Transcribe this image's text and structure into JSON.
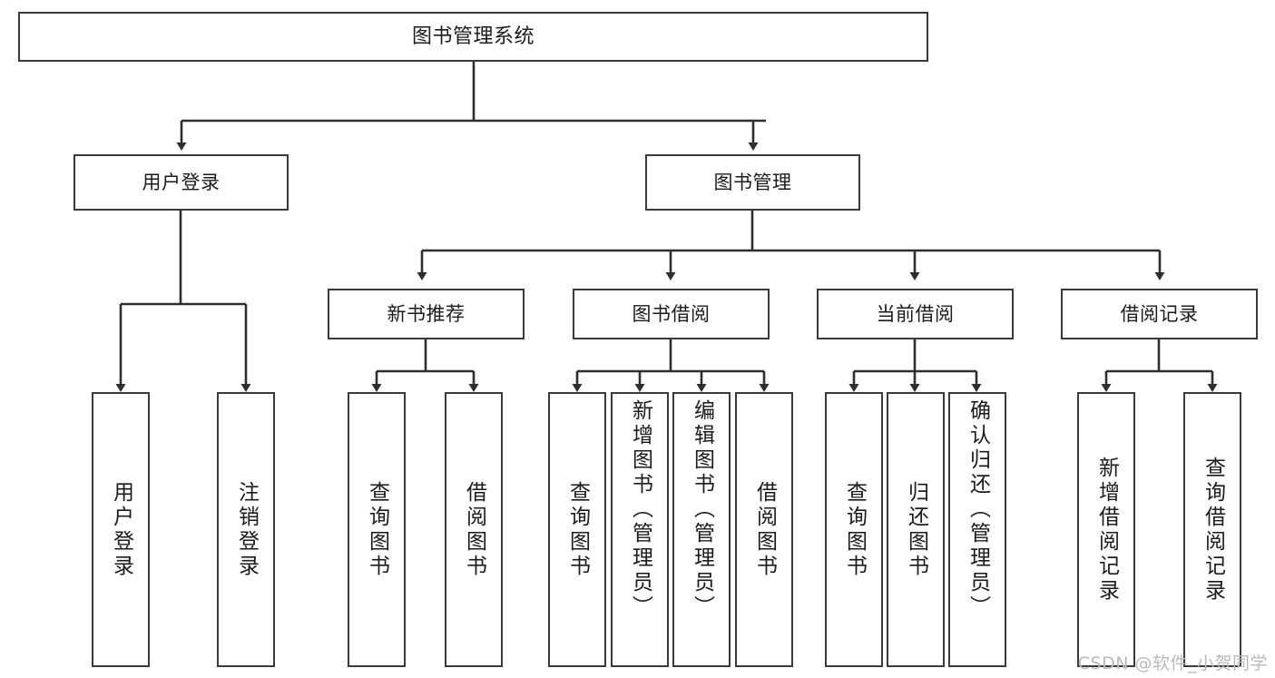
{
  "diagram": {
    "title": "图书管理系统",
    "watermark": "CSDN @软件_小贺同学",
    "colors": {
      "border": "#3a3a3a",
      "background": "#ffffff",
      "text": "#1b1b1b",
      "watermark": "#b9b9b9"
    },
    "nodes": {
      "root": {
        "label": "图书管理系统"
      },
      "level2": [
        {
          "label": "用户登录"
        },
        {
          "label": "图书管理"
        }
      ],
      "level3": [
        {
          "label": "新书推荐"
        },
        {
          "label": "图书借阅"
        },
        {
          "label": "当前借阅"
        },
        {
          "label": "借阅记录"
        }
      ],
      "leaves_user_login": [
        {
          "label": "用户登录"
        },
        {
          "label": "注销登录"
        }
      ],
      "leaves_new_books": [
        {
          "label": "查询图书"
        },
        {
          "label": "借阅图书"
        }
      ],
      "leaves_borrow": [
        {
          "label": "查询图书"
        },
        {
          "label": "新增图书（管理员）"
        },
        {
          "label": "编辑图书（管理员）"
        },
        {
          "label": "借阅图书"
        }
      ],
      "leaves_current": [
        {
          "label": "查询图书"
        },
        {
          "label": "归还图书"
        },
        {
          "label": "确认归还（管理员）"
        }
      ],
      "leaves_records": [
        {
          "label": "新增借阅记录"
        },
        {
          "label": "查询借阅记录"
        }
      ]
    }
  }
}
